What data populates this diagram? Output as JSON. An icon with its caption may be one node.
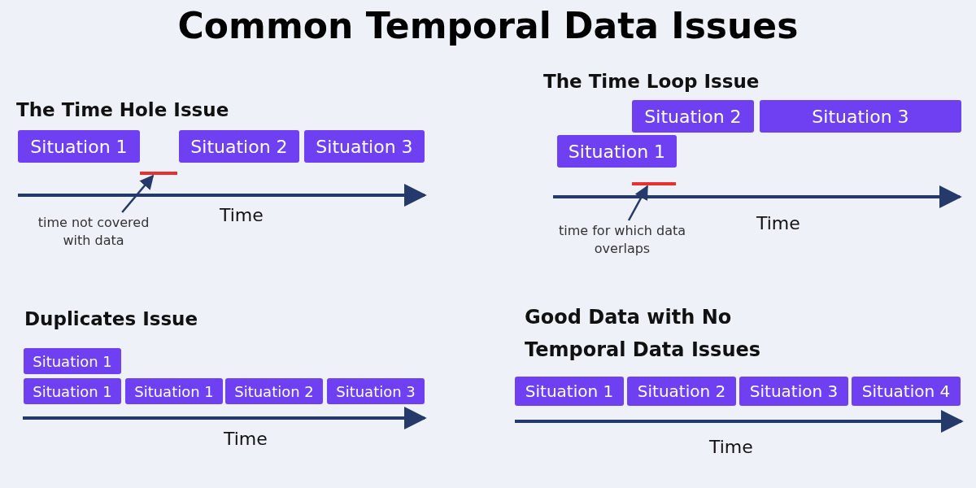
{
  "diagram": {
    "title": "Common Temporal Data Issues",
    "nodes": [
      {
        "text": [
          "Situation 1"
        ]
      },
      {
        "text": [
          "Situation 2"
        ]
      },
      {
        "text": [
          "Situation 3"
        ]
      },
      {
        "text": [],
        "shape": "bar"
      },
      {
        "text": [
          "time not covered with data"
        ]
      },
      {
        "text": [
          "Situation 2"
        ]
      },
      {
        "text": [
          "Situation 3"
        ]
      },
      {
        "text": [
          "Situation 1"
        ]
      },
      {
        "text": [],
        "shape": "bar"
      },
      {
        "text": [
          "time for which data overlaps"
        ]
      },
      {
        "text": [
          "Situation 1"
        ]
      },
      {
        "text": [
          "Situation 1"
        ]
      },
      {
        "text": [
          "Situation 1"
        ]
      },
      {
        "text": [
          "Situation 2"
        ]
      },
      {
        "text": [
          "Situation 3"
        ]
      },
      {
        "text": [
          "Situation 1"
        ]
      },
      {
        "text": [
          "Situation 2"
        ]
      },
      {
        "text": [
          "Situation 3"
        ]
      },
      {
        "text": [
          "Situation 4"
        ]
      }
    ],
    "edges": [
      {
        "from": 4,
        "to": 3,
        "arrow": "to"
      },
      {
        "from": 9,
        "to": 8,
        "arrow": "to"
      }
    ],
    "labels": [
      "The Time Hole Issue",
      "Time",
      "The Time Loop Issue",
      "Time",
      "Duplicates Issue",
      "Time",
      "Good Data with No Temporal Data Issues",
      "Time"
    ]
  }
}
